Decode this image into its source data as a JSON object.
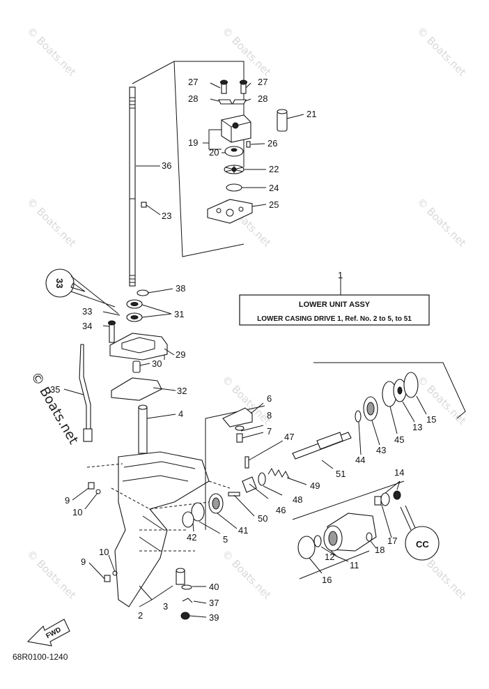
{
  "watermark": "© Boats.net",
  "diagram_code": "68R0100-1240",
  "fwd_label": "FWD",
  "callout_a_label": "33",
  "callout_b_label": "CC",
  "info_box": {
    "ref_number": "1",
    "title": "LOWER UNIT ASSY",
    "subtitle": "LOWER CASING DRIVE 1,  Ref. No. 2 to 5, to 51"
  },
  "part_labels": {
    "p2": "2",
    "p3": "3",
    "p4": "4",
    "p5": "5",
    "p6": "6",
    "p7": "7",
    "p8": "8",
    "p9a": "9",
    "p9b": "9",
    "p10a": "10",
    "p10b": "10",
    "p11": "11",
    "p12": "12",
    "p13": "13",
    "p14": "14",
    "p15": "15",
    "p16": "16",
    "p17": "17",
    "p18": "18",
    "p19": "19",
    "p20": "20",
    "p21": "21",
    "p22": "22",
    "p23": "23",
    "p24": "24",
    "p25": "25",
    "p26": "26",
    "p27a": "27",
    "p27b": "27",
    "p28a": "28",
    "p28b": "28",
    "p29": "29",
    "p30": "30",
    "p31": "31",
    "p32": "32",
    "p33": "33",
    "p34": "34",
    "p35": "35",
    "p36": "36",
    "p37": "37",
    "p38": "38",
    "p39": "39",
    "p40": "40",
    "p41": "41",
    "p42": "42",
    "p43": "43",
    "p44": "44",
    "p45": "45",
    "p46": "46",
    "p47": "47",
    "p48": "48",
    "p49": "49",
    "p50": "50",
    "p51": "51"
  }
}
